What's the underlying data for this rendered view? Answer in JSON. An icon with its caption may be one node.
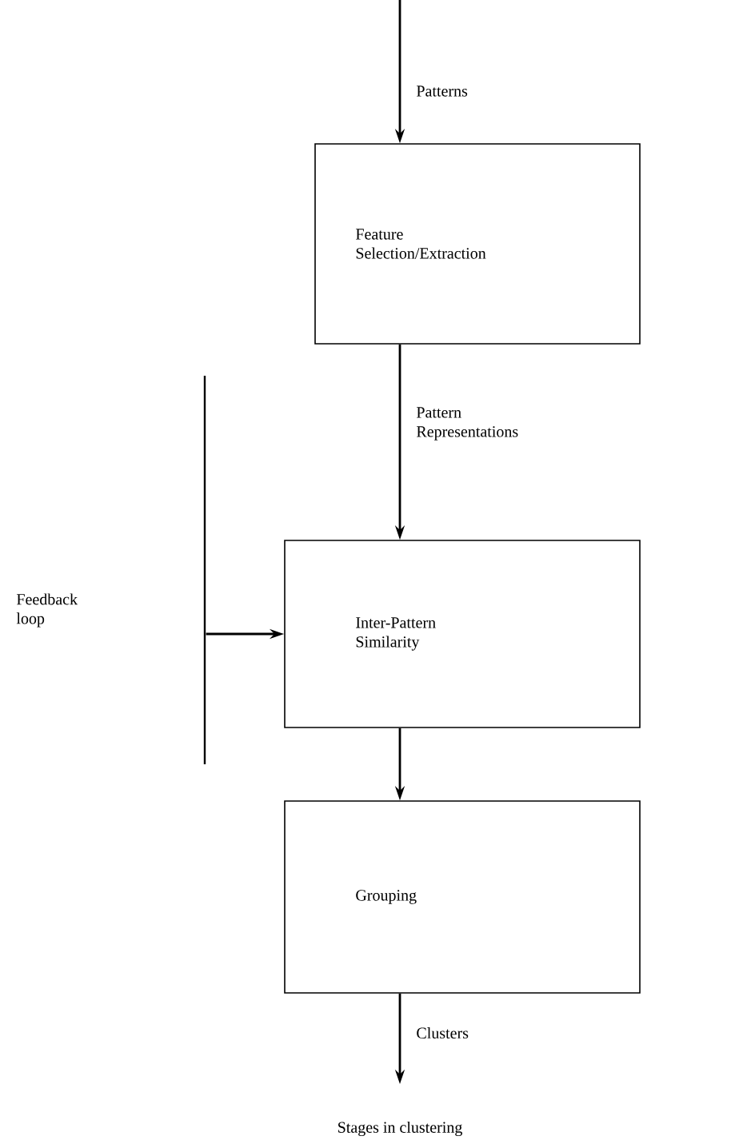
{
  "diagram": {
    "caption": "Stages in clustering",
    "nodes": [
      {
        "text": [
          "Feature Selection/Extraction"
        ]
      },
      {
        "text": [
          "Inter-Pattern Similarity"
        ]
      },
      {
        "text": [
          "Grouping"
        ]
      },
      {
        "text": [],
        "shape": "bar"
      }
    ],
    "labels": [
      "Feedback loop"
    ],
    "edges": [
      {
        "from": null,
        "to": 0,
        "arrow": "to",
        "label": "Patterns"
      },
      {
        "from": 0,
        "to": 1,
        "arrow": "to",
        "label": "Pattern Representations"
      },
      {
        "from": 1,
        "to": 2,
        "arrow": "to"
      },
      {
        "from": 2,
        "to": null,
        "arrow": "to",
        "label": "Clusters"
      },
      {
        "from": 3,
        "to": 1,
        "arrow": "to"
      }
    ]
  }
}
